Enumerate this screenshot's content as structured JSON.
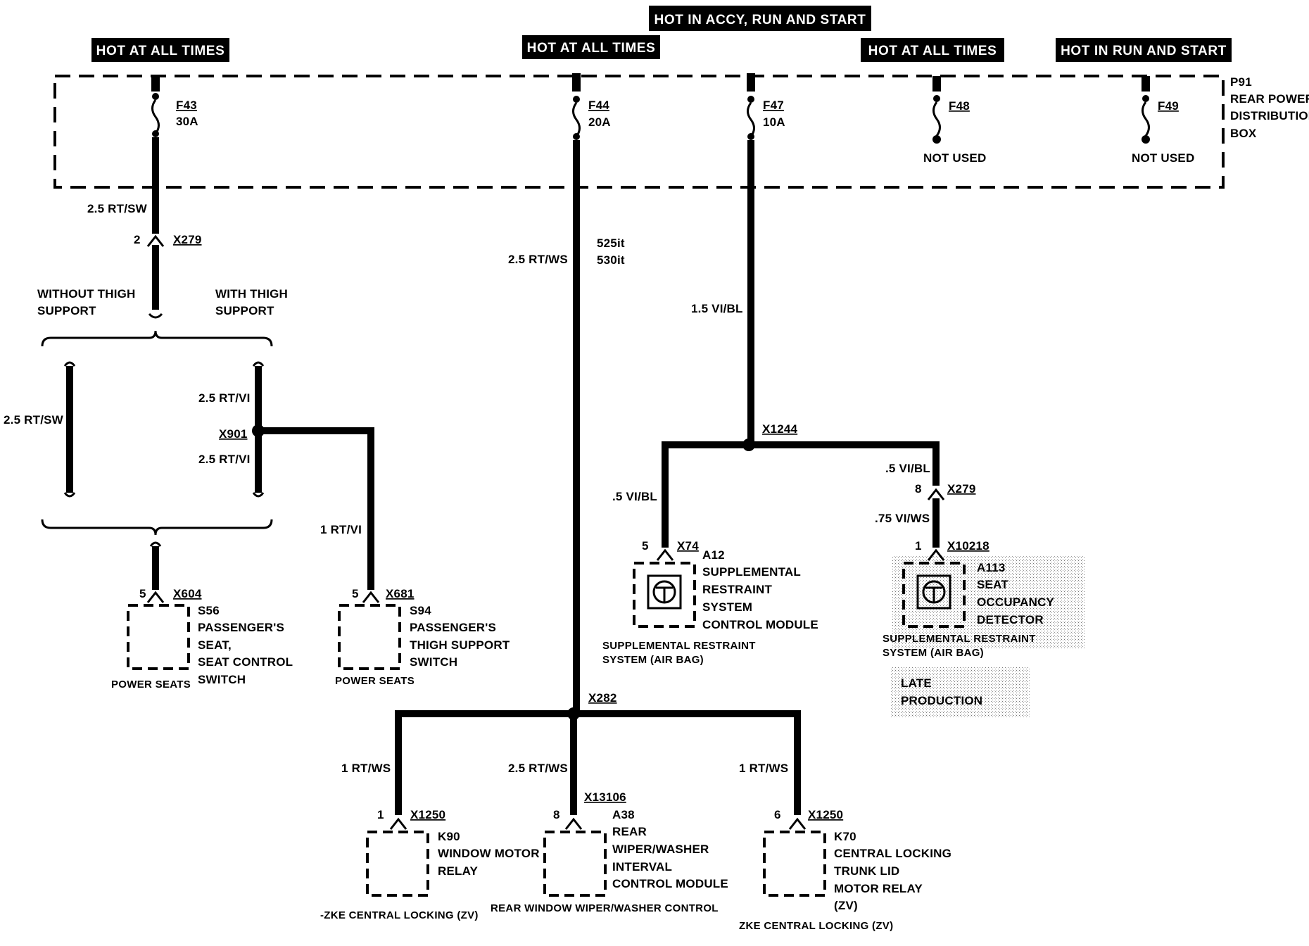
{
  "headers": {
    "hot_accy_run_start": "HOT IN ACCY, RUN AND START",
    "hot_all_times": "HOT AT ALL TIMES",
    "hot_run_start": "HOT IN RUN AND START"
  },
  "box": {
    "line1": "P91",
    "line2": "REAR POWER",
    "line3": "DISTRIBUTION",
    "line4": "BOX"
  },
  "fuses": {
    "f43": {
      "name": "F43",
      "rating": "30A"
    },
    "f44": {
      "name": "F44",
      "rating": "20A"
    },
    "f47": {
      "name": "F47",
      "rating": "10A"
    },
    "f48": {
      "name": "F48",
      "status": "NOT USED"
    },
    "f49": {
      "name": "F49",
      "status": "NOT USED"
    }
  },
  "wires": {
    "rt_sw_25": "2.5 RT/SW",
    "rt_ws_25": "2.5 RT/WS",
    "rt_vi_25": "2.5 RT/VI",
    "rt_vi_1": "1 RT/VI",
    "vi_bl_15": "1.5 VI/BL",
    "vi_bl_05": ".5 VI/BL",
    "vi_ws_075": ".75 VI/WS",
    "rt_ws_1": "1 RT/WS"
  },
  "models": {
    "line1": "525it",
    "line2": "530it"
  },
  "options": {
    "without_1": "WITHOUT THIGH",
    "without_2": "SUPPORT",
    "with_1": "WITH THIGH",
    "with_2": "SUPPORT"
  },
  "connectors": {
    "x279": "X279",
    "x901": "X901",
    "x604": "X604",
    "x681": "X681",
    "x1244": "X1244",
    "x74": "X74",
    "x10218": "X10218",
    "x282": "X282",
    "x1250": "X1250",
    "x13106": "X13106"
  },
  "pins": {
    "p1": "1",
    "p2": "2",
    "p5": "5",
    "p6": "6",
    "p8": "8"
  },
  "components": {
    "s56": {
      "id": "S56",
      "line1": "PASSENGER'S",
      "line2": "SEAT,",
      "line3": "SEAT CONTROL",
      "line4": "SWITCH",
      "system": "POWER SEATS"
    },
    "s94": {
      "id": "S94",
      "line1": "PASSENGER'S",
      "line2": "THIGH SUPPORT",
      "line3": "SWITCH",
      "system": "POWER SEATS"
    },
    "a12": {
      "id": "A12",
      "line1": "SUPPLEMENTAL",
      "line2": "RESTRAINT",
      "line3": "SYSTEM",
      "line4": "CONTROL MODULE",
      "system1": "SUPPLEMENTAL RESTRAINT",
      "system2": "SYSTEM (AIR BAG)"
    },
    "a113": {
      "id": "A113",
      "line1": "SEAT",
      "line2": "OCCUPANCY",
      "line3": "DETECTOR",
      "system1": "SUPPLEMENTAL RESTRAINT",
      "system2": "SYSTEM (AIR BAG)"
    },
    "k90": {
      "id": "K90",
      "line1": "WINDOW MOTOR",
      "line2": "RELAY",
      "system": "-ZKE CENTRAL LOCKING (ZV)"
    },
    "a38": {
      "id": "A38",
      "line1": "REAR",
      "line2": "WIPER/WASHER",
      "line3": "INTERVAL",
      "line4": "CONTROL MODULE",
      "system": "REAR WINDOW WIPER/WASHER CONTROL"
    },
    "k70": {
      "id": "K70",
      "line1": "CENTRAL LOCKING",
      "line2": "TRUNK LID",
      "line3": "MOTOR RELAY",
      "line4": "(ZV)",
      "system": "ZKE CENTRAL LOCKING (ZV)"
    }
  },
  "late_production": {
    "line1": "LATE",
    "line2": "PRODUCTION"
  }
}
